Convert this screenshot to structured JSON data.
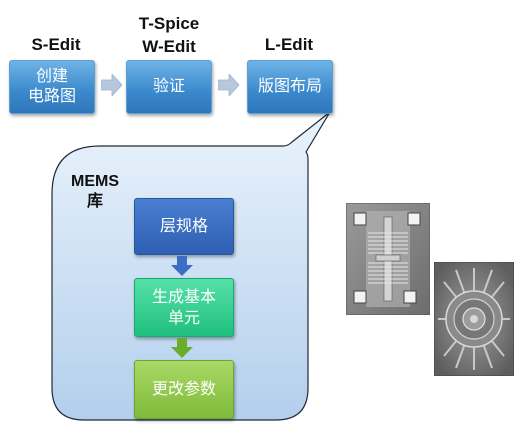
{
  "tools": {
    "sedit": "S-Edit",
    "tspice": "T-Spice",
    "wedit": "W-Edit",
    "ledit": "L-Edit"
  },
  "steps": {
    "create_line1": "创建",
    "create_line2": "电路图",
    "verify": "验证",
    "layout": "版图布局"
  },
  "library": {
    "title_line1": "MEMS",
    "title_line2": "库",
    "flow": {
      "rules": "层规格",
      "generate_line1": "生成基本",
      "generate_line2": "单元",
      "params": "更改参数"
    }
  },
  "images": {
    "left": "mems-comb-structure-micrograph",
    "right": "mems-circular-structure-micrograph"
  },
  "colors": {
    "step_blue": "#3a88cc",
    "bubble_fill": "#c6dcf2",
    "flow_blue": "#2e5fb3",
    "flow_teal": "#20c07f",
    "flow_green": "#7fba3a",
    "arrow_gray": "#b7c7dc"
  }
}
